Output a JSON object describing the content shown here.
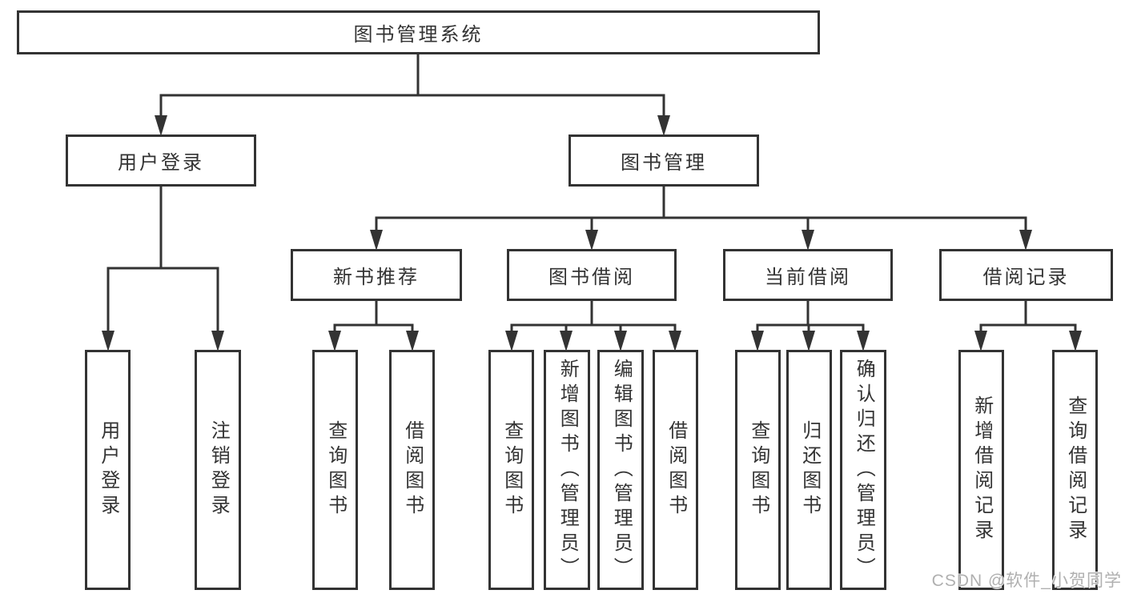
{
  "tree": {
    "label": "图书管理系统",
    "children": [
      {
        "label": "用户登录",
        "children": [
          {
            "label": "用户登录"
          },
          {
            "label": "注销登录"
          }
        ]
      },
      {
        "label": "图书管理",
        "children": [
          {
            "label": "新书推荐",
            "children": [
              {
                "label": "查询图书"
              },
              {
                "label": "借阅图书"
              }
            ]
          },
          {
            "label": "图书借阅",
            "children": [
              {
                "label": "查询图书"
              },
              {
                "label": "新增图书（管理员）"
              },
              {
                "label": "编辑图书（管理员）"
              },
              {
                "label": "借阅图书"
              }
            ]
          },
          {
            "label": "当前借阅",
            "children": [
              {
                "label": "查询图书"
              },
              {
                "label": "归还图书"
              },
              {
                "label": "确认归还（管理员）"
              }
            ]
          },
          {
            "label": "借阅记录",
            "children": [
              {
                "label": "新增借阅记录"
              },
              {
                "label": "查询借阅记录"
              }
            ]
          }
        ]
      }
    ]
  },
  "watermark": {
    "text": "CSDN @软件_小贺同学"
  },
  "colors": {
    "line": "#333333",
    "box_border": "#333333",
    "box_background": "#ffffff",
    "text": "#333333",
    "watermark": "#b0b0b0",
    "background": "#ffffff"
  }
}
